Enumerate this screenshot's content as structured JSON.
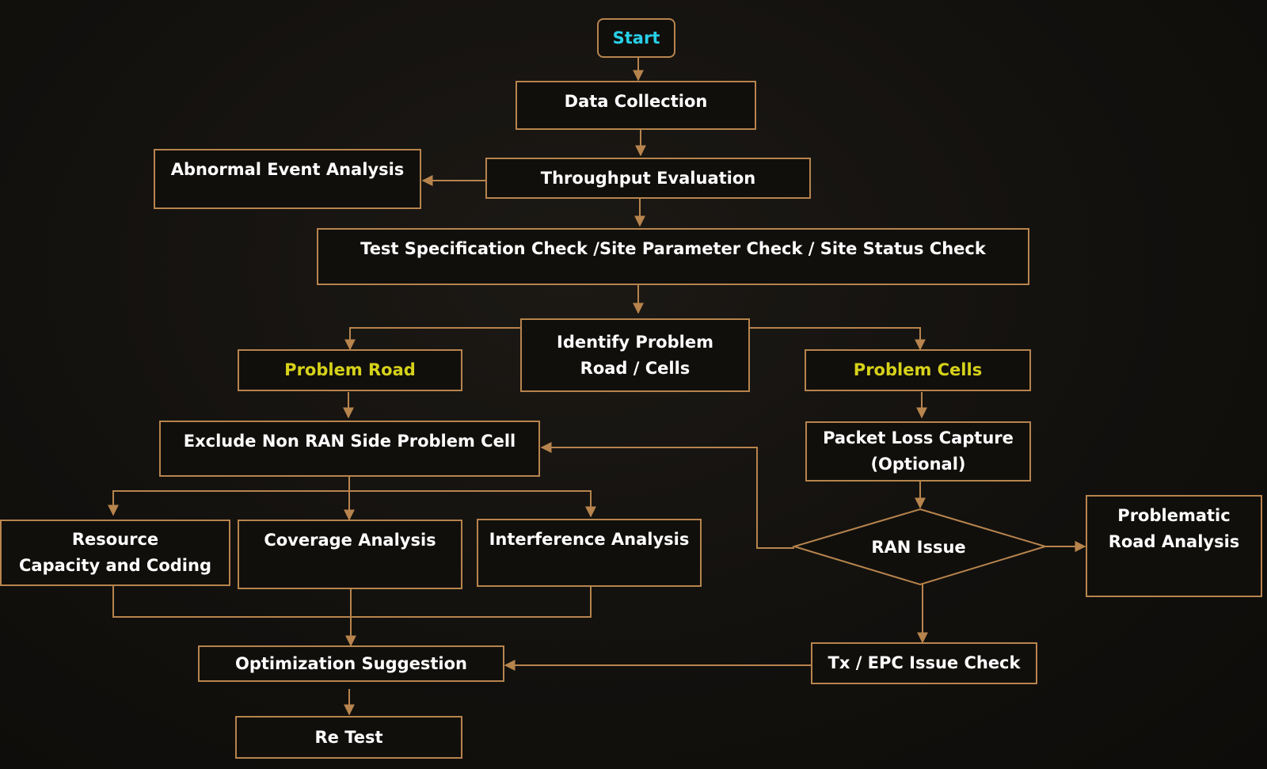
{
  "nodes": {
    "start": "Start",
    "data_collection": "Data Collection",
    "abnormal_event_analysis": "Abnormal Event Analysis",
    "throughput_evaluation": "Throughput Evaluation",
    "spec_check": "Test Specification Check /Site Parameter Check / Site Status Check",
    "identify_problem": "Identify Problem\nRoad / Cells",
    "problem_road": "Problem Road",
    "problem_cells": "Problem Cells",
    "exclude_non_ran": "Exclude Non RAN Side Problem Cell",
    "packet_loss_capture": "Packet Loss Capture\n(Optional)",
    "resource_capacity": "Resource\nCapacity and Coding",
    "coverage_analysis": "Coverage Analysis",
    "interference_analysis": "Interference Analysis",
    "ran_issue": "RAN Issue",
    "problematic_road_analysis": "Problematic\nRoad Analysis",
    "optimization_suggestion": "Optimization Suggestion",
    "tx_epc_issue_check": "Tx / EPC Issue Check",
    "re_test": "Re Test"
  },
  "colors": {
    "border": "#b7844d",
    "connector": "#b7844d",
    "start_text": "#27d0e8",
    "highlight_text": "#d6d21a",
    "text": "#ffffff"
  }
}
